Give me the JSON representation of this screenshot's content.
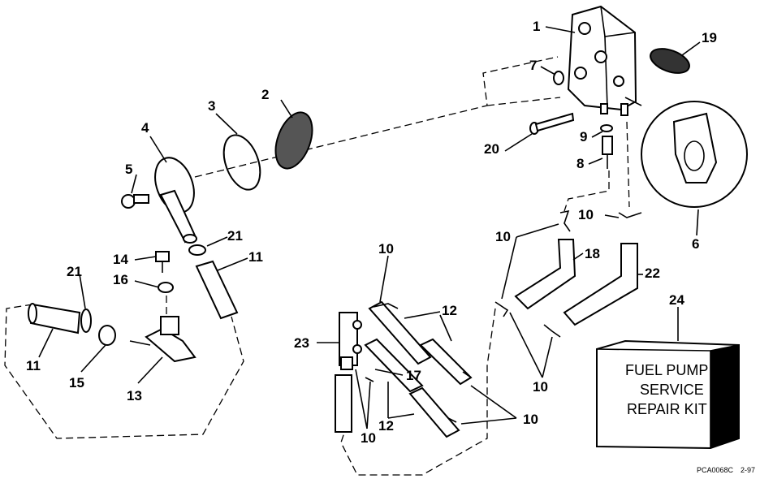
{
  "labels": {
    "p1": "1",
    "p2": "2",
    "p3": "3",
    "p4": "4",
    "p5": "5",
    "p6": "6",
    "p7": "7",
    "p8": "8",
    "p9": "9",
    "p10a": "10",
    "p10b": "10",
    "p10c": "10",
    "p10d": "10",
    "p10e": "10",
    "p10f": "10",
    "p11a": "11",
    "p11b": "11",
    "p12a": "12",
    "p12b": "12",
    "p13": "13",
    "p14": "14",
    "p15": "15",
    "p16": "16",
    "p17": "17",
    "p18": "18",
    "p19": "19",
    "p20": "20",
    "p21a": "21",
    "p21b": "21",
    "p22": "22",
    "p23": "23",
    "p24": "24"
  },
  "kit_box": {
    "line1": "FUEL PUMP",
    "line2": "SERVICE",
    "line3": "REPAIR KIT"
  },
  "footer": {
    "code": "PCA0068C",
    "date": "2-97"
  }
}
